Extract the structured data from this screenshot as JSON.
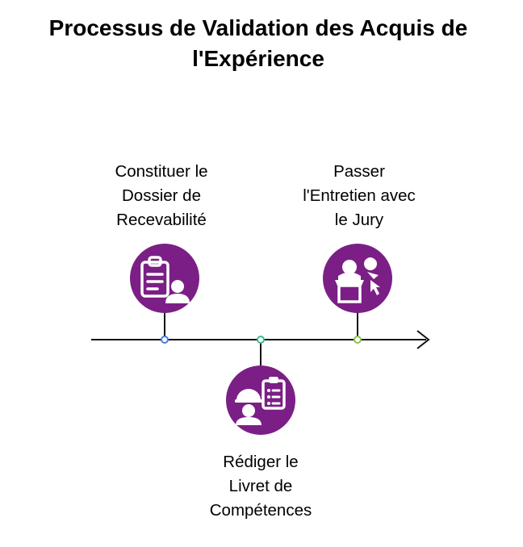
{
  "title": {
    "line1": "Processus de Validation des Acquis de",
    "line2": "l'Expérience"
  },
  "steps": [
    {
      "label_lines": [
        "Constituer le",
        "Dossier de",
        "Recevabilité"
      ],
      "icon": "clipboard-person-icon",
      "dot_color": "#4a7de0"
    },
    {
      "label_lines": [
        "Rédiger le",
        "Livret de",
        "Compétences"
      ],
      "icon": "worker-checklist-icon",
      "dot_color": "#3dbb8a"
    },
    {
      "label_lines": [
        "Passer",
        "l'Entretien avec",
        "le Jury"
      ],
      "icon": "interview-podium-icon",
      "dot_color": "#8bc34a"
    }
  ],
  "colors": {
    "icon_circle": "#7b1f86",
    "line": "#111111"
  }
}
